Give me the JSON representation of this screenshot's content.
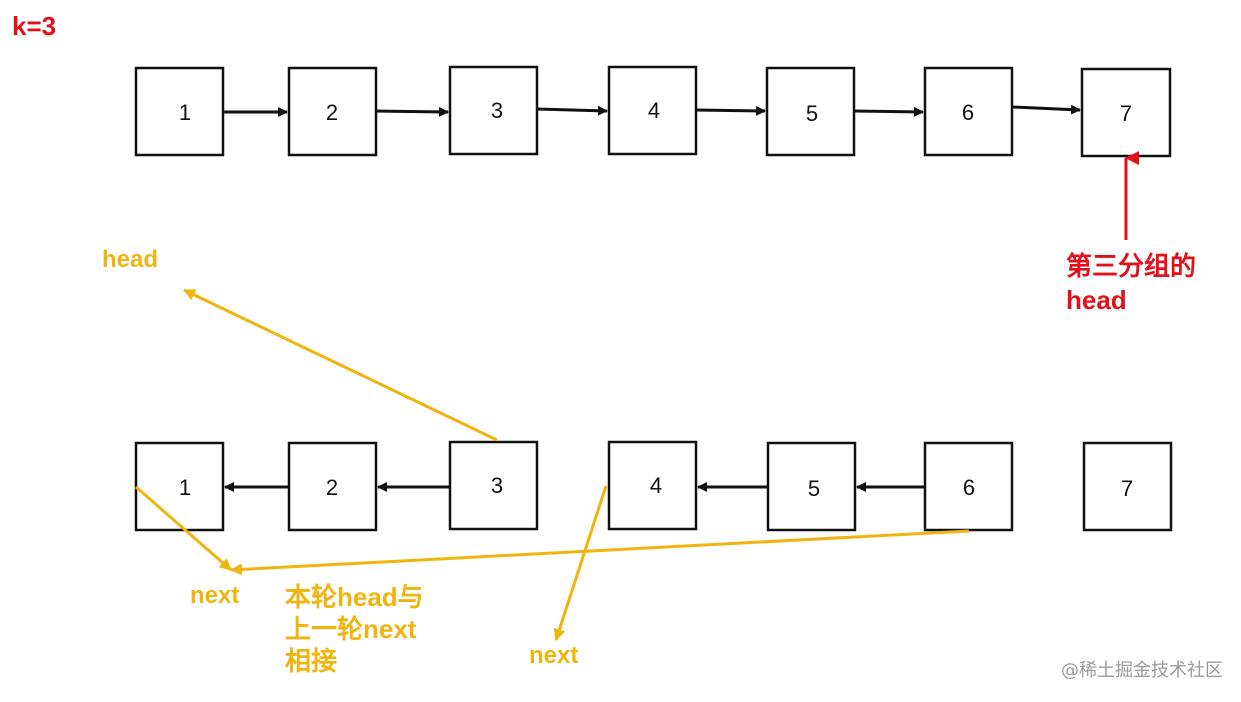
{
  "k_label": "k=3",
  "top_row": {
    "nodes": [
      "1",
      "2",
      "3",
      "4",
      "5",
      "6",
      "7"
    ]
  },
  "bottom_row": {
    "group1": [
      "1",
      "2",
      "3"
    ],
    "group2": [
      "4",
      "5",
      "6"
    ],
    "standalone": "7"
  },
  "labels": {
    "head_yellow": "head",
    "third_group_head_line1": "第三分组的",
    "third_group_head_line2": "head",
    "next_left": "next",
    "join_note_line1": "本轮head与",
    "join_note_line2": "上一轮next",
    "join_note_line3": "相接",
    "next_mid": "next"
  },
  "watermark": "@稀土掘金技术社区",
  "colors": {
    "red": "#e3101a",
    "yellow": "#f0b40f",
    "black": "#111111"
  }
}
